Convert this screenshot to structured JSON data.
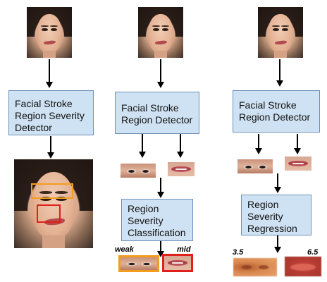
{
  "columns": [
    {
      "detector_box": [
        "Facial Stroke",
        "Region Severity",
        "Detector"
      ]
    },
    {
      "detector_box": [
        "Facial Stroke",
        "Region Detector"
      ],
      "classification_box": [
        "Region",
        "Severity",
        "Classification"
      ],
      "labels": {
        "left": "weak",
        "right": "mid"
      }
    },
    {
      "detector_box": [
        "Facial Stroke",
        "Region Detector"
      ],
      "regression_box": [
        "Region",
        "Severity",
        "Regression"
      ],
      "scores": {
        "left": "3.5",
        "right": "6.5"
      }
    }
  ],
  "colors": {
    "box_fill": "#cfe2f3",
    "box_border": "#6d8fb5",
    "highlight_orange": "#f29d1f",
    "highlight_red": "#e0201b"
  }
}
